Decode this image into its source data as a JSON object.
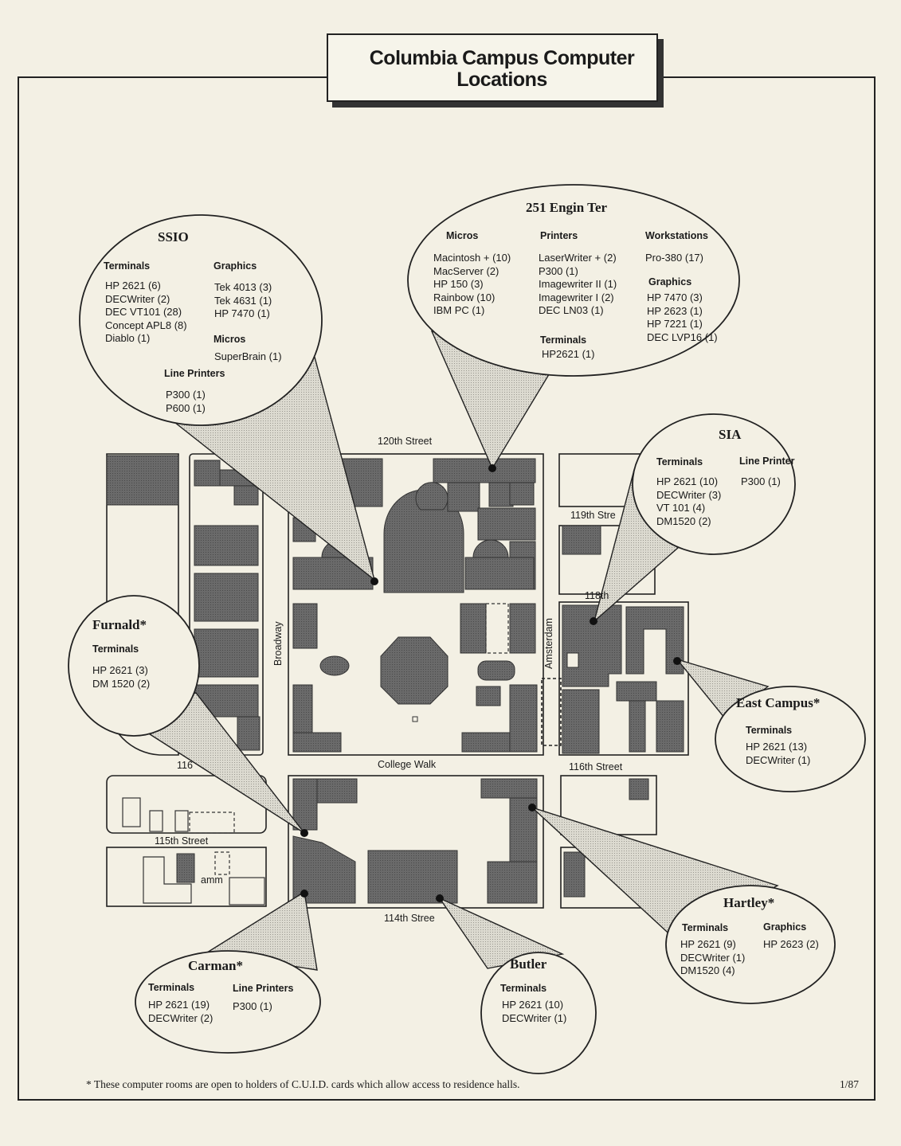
{
  "title": [
    "Columbia Campus Computer",
    "Locations"
  ],
  "streets": {
    "s120": "120th Street",
    "s119": "119th Stre",
    "s118": "118th",
    "s116w": "116",
    "s116": "116th Street",
    "college_walk": "College Walk",
    "s115": "115th Street",
    "s114": "114th Stree",
    "broadway": "Broadway",
    "amsterdam": "Amsterdam",
    "amm": "amm"
  },
  "callouts": {
    "ssio": {
      "name": "SSIO",
      "terminals_label": "Terminals",
      "terminals": [
        "HP 2621 (6)",
        "DECWriter (2)",
        "DEC VT101 (28)",
        "Concept APL8 (8)",
        "Diablo (1)"
      ],
      "graphics_label": "Graphics",
      "graphics": [
        "Tek 4013 (3)",
        "Tek 4631 (1)",
        "HP 7470 (1)"
      ],
      "micros_label": "Micros",
      "micros": [
        "SuperBrain (1)"
      ],
      "line_printers_label": "Line Printers",
      "line_printers": [
        "P300 (1)",
        "P600 (1)"
      ]
    },
    "engin": {
      "name": "251 Engin Ter",
      "micros_label": "Micros",
      "micros": [
        "Macintosh + (10)",
        "MacServer  (2)",
        "HP 150 (3)",
        "Rainbow (10)",
        "IBM PC (1)"
      ],
      "printers_label": "Printers",
      "printers": [
        "LaserWriter  + (2)",
        "P300 (1)",
        "Imagewriter II (1)",
        "Imagewriter I  (2)",
        "DEC LN03 (1)"
      ],
      "terminals_label": "Terminals",
      "terminals": [
        "HP2621 (1)"
      ],
      "workstations_label": "Workstations",
      "workstations": [
        "Pro-380 (17)"
      ],
      "graphics_label": "Graphics",
      "graphics": [
        "HP 7470 (3)",
        "HP 2623 (1)",
        "HP 7221 (1)",
        "DEC LVP16 (1)"
      ]
    },
    "sia": {
      "name": "SIA",
      "terminals_label": "Terminals",
      "terminals": [
        "HP 2621 (10)",
        "DECWriter (3)",
        "VT 101 (4)",
        "DM1520 (2)"
      ],
      "line_printer_label": "Line Printer",
      "line_printer": [
        "P300 (1)"
      ]
    },
    "furnald": {
      "name": "Furnald*",
      "terminals_label": "Terminals",
      "terminals": [
        "HP 2621 (3)",
        "DM 1520 (2)"
      ]
    },
    "east": {
      "name": "East Campus*",
      "terminals_label": "Terminals",
      "terminals": [
        "HP 2621 (13)",
        "DECWriter (1)"
      ]
    },
    "hartley": {
      "name": "Hartley*",
      "terminals_label": "Terminals",
      "terminals": [
        "HP 2621 (9)",
        "DECWriter (1)",
        "DM1520 (4)"
      ],
      "graphics_label": "Graphics",
      "graphics": [
        "HP 2623 (2)"
      ]
    },
    "carman": {
      "name": "Carman*",
      "terminals_label": "Terminals",
      "terminals": [
        "HP 2621 (19)",
        "DECWriter (2)"
      ],
      "line_printers_label": "Line Printers",
      "line_printers": [
        "P300 (1)"
      ]
    },
    "butler": {
      "name": "Butler",
      "terminals_label": "Terminals",
      "terminals": [
        "HP 2621 (10)",
        "DECWriter (1)"
      ]
    }
  },
  "footer": "*  These computer rooms are open  to holders of C.U.I.D. cards which allow  access to residence halls.",
  "date": "1/87",
  "colors": {
    "paper": "#f3f0e4",
    "building": "#5e5e5e",
    "ink": "#1a1a1a",
    "beam": "#d8d6cc"
  }
}
